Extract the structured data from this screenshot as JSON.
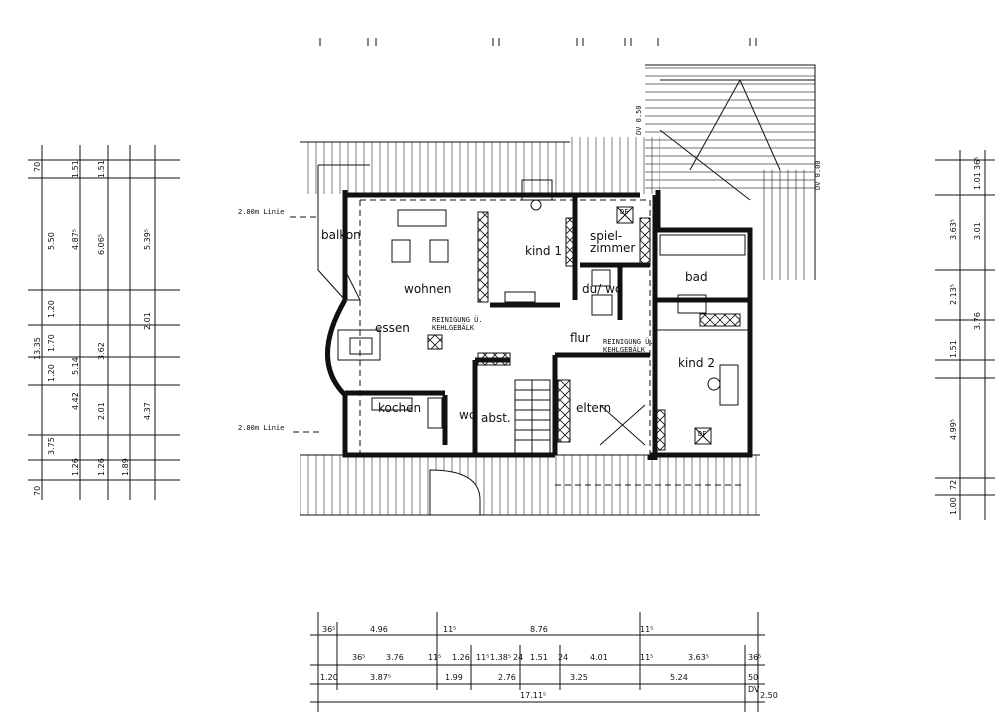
{
  "rooms": {
    "balkon": "balkon",
    "wohnen": "wohnen",
    "essen": "essen",
    "kochen": "kochen",
    "wc": "wc",
    "abst": "abst.",
    "kind1": "kind 1",
    "spiel1": "spiel-",
    "spiel2": "zimmer",
    "duwc": "du/ wc",
    "bad": "bad",
    "flur": "flur",
    "eltern": "eltern",
    "kind2": "kind 2"
  },
  "notes": {
    "reinigung1a": "REINIGUNG Ü.",
    "reinigung1b": "KEHLGEBÄLK",
    "reinigung2a": "REINIGUNG Ü.",
    "reinigung2b": "KEHLGEBÄLK",
    "linie_top": "2.00m Linie",
    "linie_bottom": "2.00m Linie",
    "df1": "DF",
    "df2": "DF",
    "dv_top": "DV 0.50",
    "dv_right": "DV 0.00"
  },
  "left_dims": {
    "c1": [
      "70",
      "3.75",
      "1.20",
      "1.70",
      "1.20",
      "5.50",
      "70"
    ],
    "total": "13.35",
    "c2": [
      "1.26",
      "4.42",
      "5.14",
      "4.87⁵",
      "1.51"
    ],
    "c3": [
      "1.26",
      "2.01",
      "3.62",
      "6.06⁵",
      "1.51"
    ],
    "c4": [
      "1.89",
      "4.37",
      "2.01",
      "5.39⁵"
    ]
  },
  "right_dims": [
    "1.00",
    "72",
    "4.99⁵",
    "1.51",
    "3.76",
    "2.13⁵",
    "3.63⁵",
    "3.01",
    "1.01",
    "36⁵"
  ],
  "bottom_dims": {
    "row1": [
      "36⁵",
      "4.96",
      "11⁵",
      "8.76",
      "11⁵"
    ],
    "row2": [
      "36⁵",
      "3.76",
      "11⁵",
      "1.26",
      "11⁵",
      "1.38⁵",
      "24",
      "1.51",
      "24",
      "4.01",
      "11⁵",
      "3.63⁵",
      "36⁵"
    ],
    "row3": [
      "1.20",
      "3.87⁵",
      "1.99",
      "2.76",
      "3.25",
      "5.24",
      "50"
    ],
    "row4": [
      "17.11⁵",
      "2.50"
    ],
    "dv": "DV"
  }
}
